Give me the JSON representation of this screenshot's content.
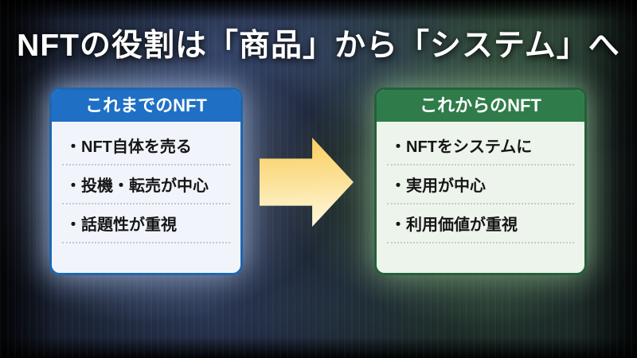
{
  "title": "NFTの役割は「商品」から「システム」へ",
  "cards": {
    "before": {
      "header": "これまでのNFT",
      "items": [
        "・NFT自体を売る",
        "・投機・転売が中心",
        "・話題性が重視"
      ]
    },
    "after": {
      "header": "これからのNFT",
      "items": [
        "・NFTをシステムに",
        "・実用が中心",
        "・利用価値が重視"
      ]
    }
  },
  "arrow": {
    "direction": "right"
  },
  "colors": {
    "before_header": "#1f70c4",
    "before_border": "#1e66b0",
    "before_body": "#f1f5fb",
    "after_header": "#2f7c4a",
    "after_border": "#24603a",
    "after_body": "#edf4ec",
    "arrow_top": "#f9cd5e",
    "arrow_bottom": "#fdf6d9",
    "title_text": "#ffffff",
    "item_text": "#161616"
  }
}
